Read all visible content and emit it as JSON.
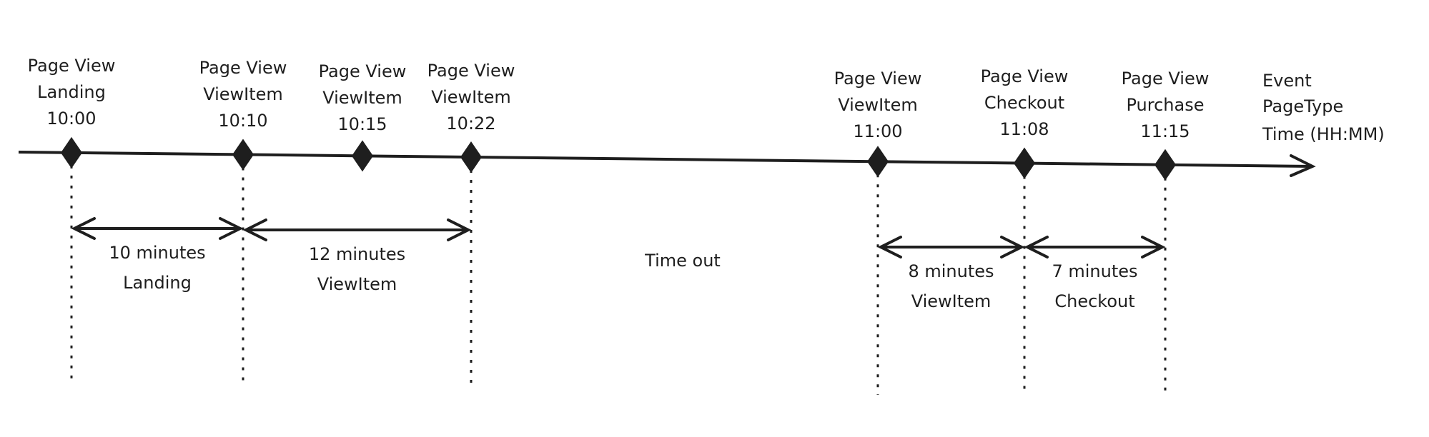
{
  "legend": [
    "Event",
    "PageType",
    "Time (HH:MM)"
  ],
  "events": [
    {
      "event": "Page View",
      "page_type": "Landing",
      "time": "10:00"
    },
    {
      "event": "Page View",
      "page_type": "ViewItem",
      "time": "10:10"
    },
    {
      "event": "Page View",
      "page_type": "ViewItem",
      "time": "10:15"
    },
    {
      "event": "Page View",
      "page_type": "ViewItem",
      "time": "10:22"
    },
    {
      "event": "Page View",
      "page_type": "ViewItem",
      "time": "11:00"
    },
    {
      "event": "Page View",
      "page_type": "Checkout",
      "time": "11:08"
    },
    {
      "event": "Page View",
      "page_type": "Purchase",
      "time": "11:15"
    }
  ],
  "durations": [
    {
      "from": 0,
      "to": 1,
      "minutes": "10 minutes",
      "page_type": "Landing"
    },
    {
      "from": 1,
      "to": 3,
      "minutes": "12 minutes",
      "page_type": "ViewItem"
    },
    {
      "from": 4,
      "to": 5,
      "minutes": "8 minutes",
      "page_type": "ViewItem"
    },
    {
      "from": 5,
      "to": 6,
      "minutes": "7 minutes",
      "page_type": "Checkout"
    }
  ],
  "timeout_label": "Time out",
  "colors": {
    "ink": "#1e1e1e",
    "background": "#ffffff"
  }
}
